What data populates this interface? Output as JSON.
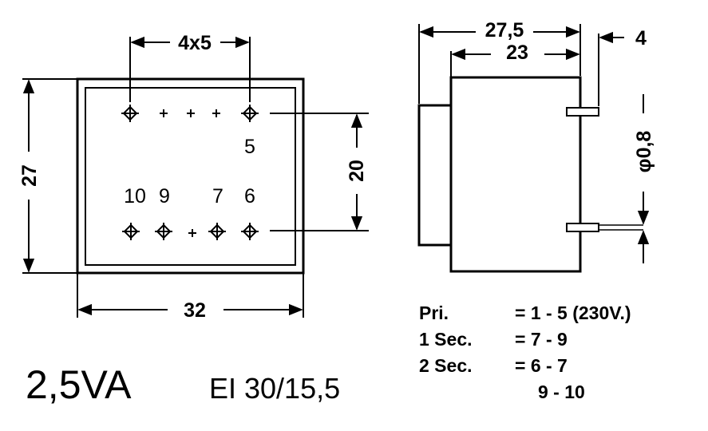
{
  "dimensions": {
    "pin_pitch": "4x5",
    "height": "27",
    "row_spacing": "20",
    "width": "32",
    "total_depth": "27,5",
    "body_depth": "23",
    "pin_length": "4",
    "pin_diameter": "φ0,8"
  },
  "pin_labels": {
    "top_right": "5",
    "bottom_10": "10",
    "bottom_9": "9",
    "bottom_7": "7",
    "bottom_6": "6"
  },
  "rating": "2,5VA",
  "core_type": "EI 30/15,5",
  "windings": [
    {
      "name": "Pri.",
      "value": "= 1 - 5 (230V.)"
    },
    {
      "name": "1 Sec.",
      "value": "= 7 - 9"
    },
    {
      "name": "2 Sec.",
      "value": "= 6 - 7"
    },
    {
      "name": "",
      "value": "9 - 10"
    }
  ]
}
